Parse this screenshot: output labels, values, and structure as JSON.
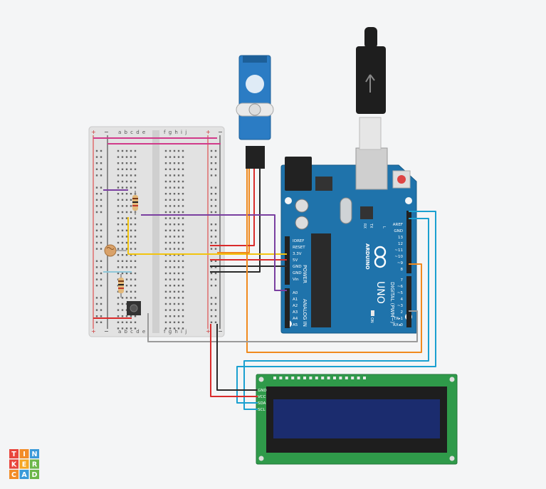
{
  "breadboard": {
    "power_plus": "+",
    "power_minus": "−",
    "cols_left": "a b c d e",
    "cols_right": "f g h i j"
  },
  "arduino": {
    "model": "UNO",
    "brand": "ARDUINO",
    "power_header": "POWER",
    "analog_header": "ANALOG IN",
    "digital_header": "DIGITAL (PWM~)",
    "on_label": "ON",
    "tx_label": "TX",
    "rx_label": "RX",
    "l_label": "L",
    "power_pins": [
      "IOREF",
      "RESET",
      "3.3V",
      "5V",
      "GND",
      "GND",
      "Vin"
    ],
    "analog_pins": [
      "A0",
      "A1",
      "A2",
      "A3",
      "A4",
      "A5"
    ],
    "digital_top": [
      "AREF",
      "GND",
      "13",
      "12",
      "~11",
      "~10",
      "~9",
      "8"
    ],
    "digital_bottom": [
      "7",
      "~6",
      "~5",
      "4",
      "~3",
      "2",
      "TX▸1",
      "RX◂0"
    ]
  },
  "lcd": {
    "pins": [
      "GND",
      "VCC",
      "SDA",
      "SCL"
    ]
  },
  "logo": {
    "rows": [
      [
        "T",
        "I",
        "N"
      ],
      [
        "K",
        "E",
        "R"
      ],
      [
        "C",
        "A",
        "D"
      ]
    ],
    "colors": [
      "#e8453c",
      "#f28c28",
      "#3a9ad9",
      "#e8453c",
      "#f5a623",
      "#6cb64a",
      "#f28c28",
      "#3a9ad9",
      "#6cb64a"
    ]
  },
  "colors": {
    "breadboard": "#dcdcdc",
    "arduino": "#1d6fa5",
    "lcd_board": "#2f9a4a",
    "lcd_screen": "#1a2a6b",
    "servo": "#2b7cc4",
    "wire_red": "#d92b2b",
    "wire_black": "#2a2a2a",
    "wire_yellow": "#f2c40f",
    "wire_purple": "#7a3fa0",
    "wire_orange": "#f08a1e",
    "wire_blue": "#1aa0d0",
    "wire_pink": "#d13a8a",
    "wire_gray": "#9a9a9a"
  }
}
